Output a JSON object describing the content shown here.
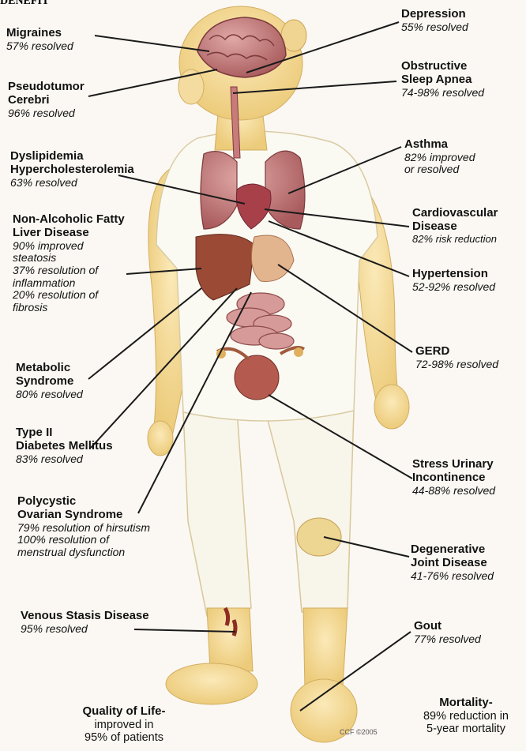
{
  "header_fragment": "DENEFIT",
  "colors": {
    "skin": "#f3d898",
    "shirt": "#fbfaf2",
    "organ": "#b9656a",
    "organ_dark": "#7d3a3c",
    "liver": "#9a4a35",
    "line": "#1a1a1a",
    "text": "#111111"
  },
  "left_labels": [
    {
      "title": [
        "Migraines"
      ],
      "stats": [
        "57% resolved"
      ]
    },
    {
      "title": [
        "Pseudotumor",
        "Cerebri"
      ],
      "stats": [
        "96% resolved"
      ]
    },
    {
      "title": [
        "Dyslipidemia",
        "Hypercholesterolemia"
      ],
      "stats": [
        "63%  resolved"
      ]
    },
    {
      "title": [
        "Non-Alcoholic Fatty",
        "Liver Disease"
      ],
      "stats": [
        "90%  improved",
        "steatosis",
        "37% resolution of",
        "inflammation",
        "20% resolution of",
        "fibrosis"
      ]
    },
    {
      "title": [
        "Metabolic",
        "Syndrome"
      ],
      "stats": [
        "80% resolved"
      ]
    },
    {
      "title": [
        "Type II",
        "Diabetes Mellitus"
      ],
      "stats": [
        "83% resolved"
      ]
    },
    {
      "title": [
        "Polycystic",
        "Ovarian Syndrome"
      ],
      "stats": [
        "79% resolution of hirsutism",
        "100% resolution of",
        "menstrual dysfunction"
      ]
    },
    {
      "title": [
        "Venous Stasis Disease"
      ],
      "stats": [
        "95% resolved"
      ]
    }
  ],
  "right_labels": [
    {
      "title": [
        "Depression"
      ],
      "stats": [
        "55% resolved"
      ]
    },
    {
      "title": [
        "Obstructive",
        "Sleep Apnea"
      ],
      "stats": [
        "74-98% resolved"
      ]
    },
    {
      "title": [
        "Asthma"
      ],
      "stats": [
        "82% improved",
        "or resolved"
      ]
    },
    {
      "title": [
        "Cardiovascular",
        "Disease"
      ],
      "stats": [
        "82% risk reduction"
      ]
    },
    {
      "title": [
        "Hypertension"
      ],
      "stats": [
        "52-92% resolved"
      ]
    },
    {
      "title": [
        "GERD"
      ],
      "stats": [
        "72-98% resolved"
      ]
    },
    {
      "title": [
        "Stress Urinary",
        "Incontinence"
      ],
      "stats": [
        "44-88% resolved"
      ]
    },
    {
      "title": [
        "Degenerative",
        "Joint Disease"
      ],
      "stats": [
        "41-76% resolved"
      ]
    },
    {
      "title": [
        "Gout"
      ],
      "stats": [
        "77% resolved"
      ]
    }
  ],
  "bottom": {
    "quality": {
      "title": [
        "Quality of Life-"
      ],
      "stats": [
        "improved in",
        "95% of patients"
      ]
    },
    "mortality": {
      "title": [
        "Mortality-"
      ],
      "stats": [
        "89% reduction in",
        "5-year mortality"
      ]
    }
  },
  "watermark": "CCF ©2005"
}
